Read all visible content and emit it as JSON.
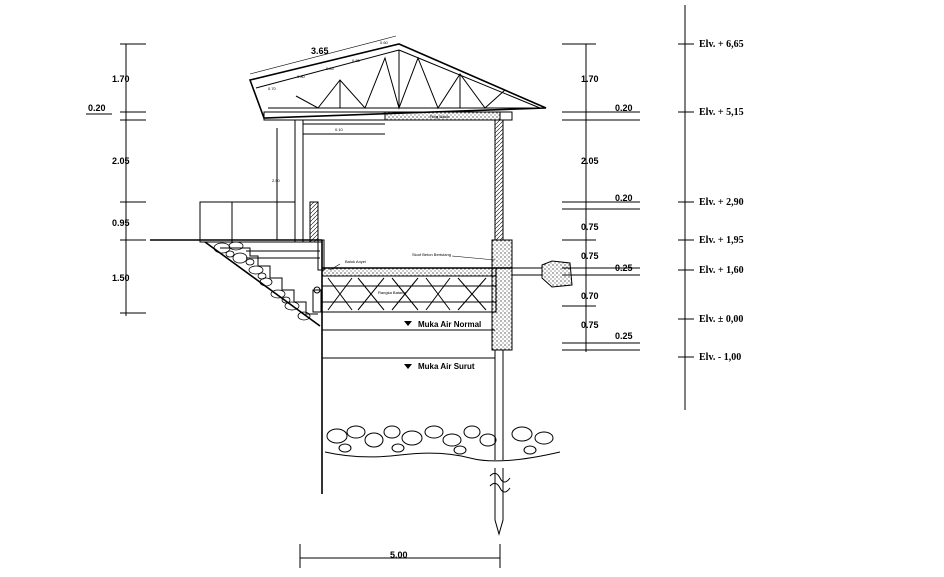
{
  "left_dims": [
    "1.70",
    "0.20",
    "2.05",
    "0.95",
    "1.50"
  ],
  "right_dims": [
    "1.70",
    "0.20",
    "2.05",
    "0.20",
    "0.75",
    "0.75",
    "0.25",
    "0.70",
    "0.75",
    "0.25"
  ],
  "elevations": [
    "Elv. + 6,65",
    "Elv. + 5,15",
    "Elv. + 2,90",
    "Elv. + 1,95",
    "Elv. + 1,60",
    "Elv. ± 0,00",
    "Elv. - 1,00"
  ],
  "roof_width": "3.65",
  "bottom_width": "5.00",
  "water_levels": {
    "normal": "Muka Air Normal",
    "low": "Muka Air Surut"
  }
}
